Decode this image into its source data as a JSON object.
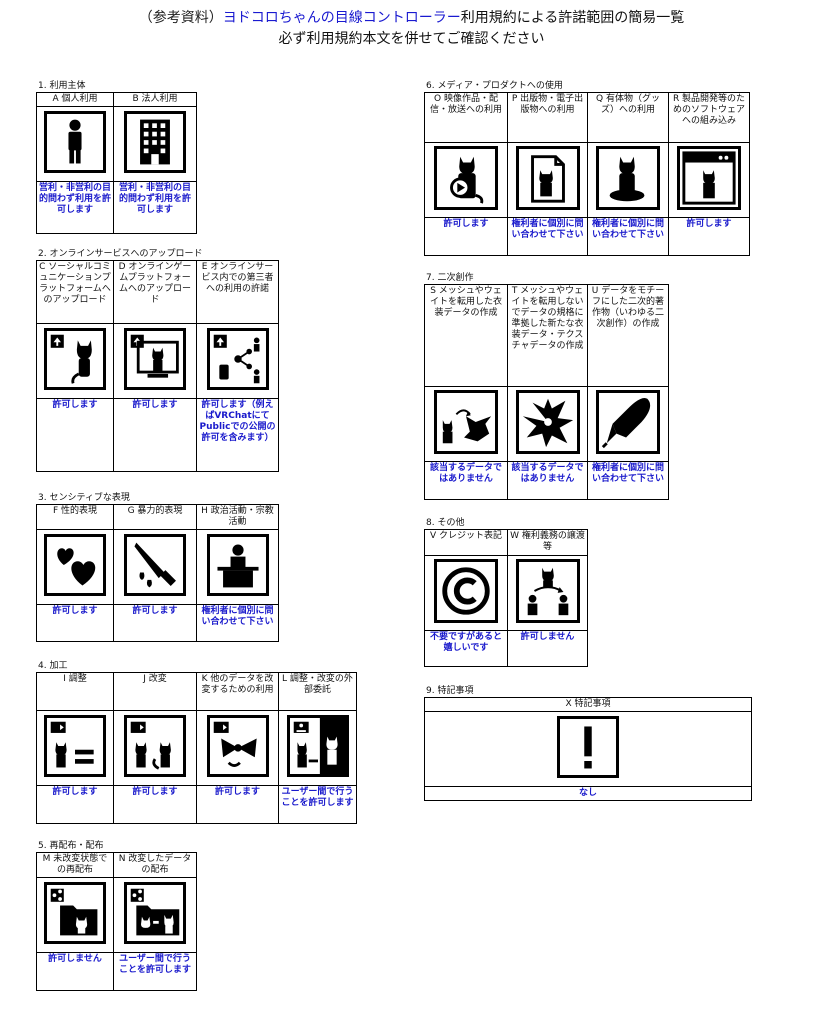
{
  "title": {
    "line1_prefix": "（参考資料）",
    "line1_highlight": "ヨドコロちゃんの目線コントローラー",
    "line1_suffix": "利用規約による許諾範囲の簡易一覧",
    "line2": "必ず利用規約本文を併せてご確認ください"
  },
  "sections": {
    "s1": {
      "label": "1. 利用主体",
      "items": [
        {
          "head": "A 個人利用",
          "status": "営利・非営利の目的問わず利用を許可します",
          "icon": "person-icon"
        },
        {
          "head": "B 法人利用",
          "status": "営利・非営利の目的問わず利用を許可します",
          "icon": "building-icon"
        }
      ]
    },
    "s2": {
      "label": "2. オンラインサービスへのアップロード",
      "items": [
        {
          "head": "C ソーシャルコミュニケーションプラットフォームへのアップロード",
          "status": "許可します",
          "icon": "upload-cat-icon"
        },
        {
          "head": "D オンラインゲームプラットフォームへのアップロード",
          "status": "許可します",
          "icon": "upload-monitor-cat-icon"
        },
        {
          "head": "E オンラインサービス内での第三者への利用の許諾",
          "status": "許可します（例えばVRChatにてPublicでの公開の許可を含みます）",
          "icon": "share-users-icon"
        }
      ]
    },
    "s3": {
      "label": "3. センシティブな表現",
      "items": [
        {
          "head": "F 性的表現",
          "status": "許可します",
          "icon": "hearts-icon"
        },
        {
          "head": "G 暴力的表現",
          "status": "許可します",
          "icon": "knife-icon"
        },
        {
          "head": "H 政治活動・宗教活動",
          "status": "権利者に個別に問い合わせて下さい",
          "icon": "speaker-podium-icon"
        }
      ]
    },
    "s4": {
      "label": "4. 加工",
      "items": [
        {
          "head": "I 調整",
          "status": "許可します",
          "icon": "adjust-equal-icon"
        },
        {
          "head": "J 改変",
          "status": "許可します",
          "icon": "modify-cats-icon"
        },
        {
          "head": "K 他のデータを改変するための利用",
          "status": "許可します",
          "icon": "bow-icon"
        },
        {
          "head": "L 調整・改変の外部委託",
          "status": "ユーザー間で行うことを許可します",
          "icon": "outsource-icon"
        }
      ]
    },
    "s5": {
      "label": "5. 再配布・配布",
      "items": [
        {
          "head": "M 未改変状態での再配布",
          "status": "許可しません",
          "icon": "share-folder-icon"
        },
        {
          "head": "N 改変したデータの配布",
          "status": "ユーザー間で行うことを許可します",
          "icon": "share-modified-icon"
        }
      ]
    },
    "s6": {
      "label": "6. メディア・プロダクトへの使用",
      "items": [
        {
          "head": "O 映像作品・配信・放送への利用",
          "status": "許可します",
          "icon": "video-cat-icon"
        },
        {
          "head": "P 出版物・電子出版物への利用",
          "status": "権利者に個別に問い合わせて下さい",
          "icon": "document-cat-icon"
        },
        {
          "head": "Q 有体物（グッズ）への利用",
          "status": "権利者に個別に問い合わせて下さい",
          "icon": "figure-cat-icon"
        },
        {
          "head": "R 製品開発等のためのソフトウェアへの組み込み",
          "status": "許可します",
          "icon": "software-window-icon"
        }
      ]
    },
    "s7": {
      "label": "7. 二次創作",
      "items": [
        {
          "head": "S メッシュやウェイトを転用した衣装データの作成",
          "status": "該当するデータではありません",
          "icon": "cat-outfit-icon"
        },
        {
          "head": "T メッシュやウェイトを転用しないでデータの規格に準拠した新たな衣装データ・テクスチャデータの作成",
          "status": "該当するデータではありません",
          "icon": "outfit-icon"
        },
        {
          "head": "U データをモチーフにした二次的著作物（いわゆる二次創作）の作成",
          "status": "権利者に個別に問い合わせて下さい",
          "icon": "pen-nib-icon"
        }
      ]
    },
    "s8": {
      "label": "8. その他",
      "items": [
        {
          "head": "V クレジット表記",
          "status": "不要ですがあると嬉しいです",
          "icon": "copyright-icon"
        },
        {
          "head": "W 権利義務の譲渡等",
          "status": "許可しません",
          "icon": "transfer-icon"
        }
      ]
    },
    "s9": {
      "label": "9. 特記事項",
      "items": [
        {
          "head": "X 特記事項",
          "status": "なし",
          "icon": "exclamation-icon"
        }
      ]
    }
  }
}
